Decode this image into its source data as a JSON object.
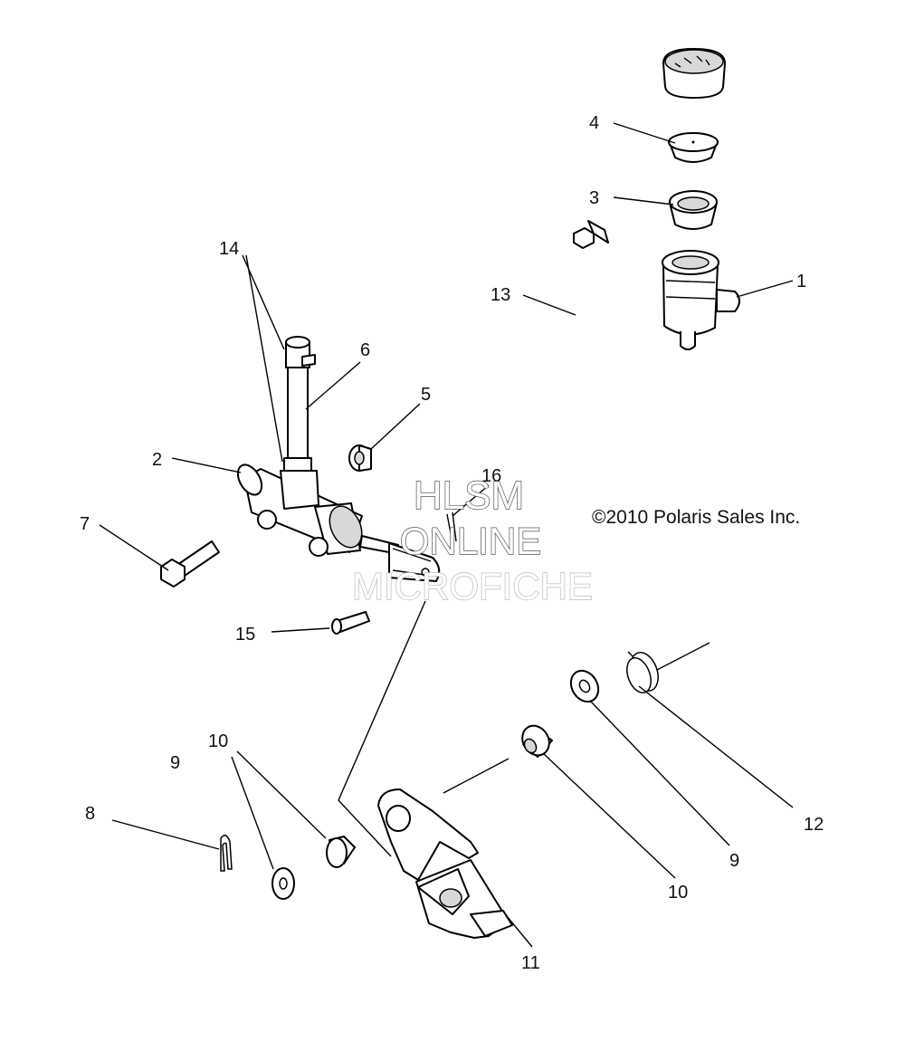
{
  "callouts": {
    "c1": "1",
    "c2": "2",
    "c3": "3",
    "c4": "4",
    "c5": "5",
    "c6": "6",
    "c7": "7",
    "c8": "8",
    "c9a": "9",
    "c9b": "9",
    "c10a": "10",
    "c10b": "10",
    "c11": "11",
    "c12": "12",
    "c13": "13",
    "c14": "14",
    "c15": "15",
    "c16": "16"
  },
  "copyright": "©2010 Polaris Sales Inc.",
  "watermark": {
    "line1": "HLSM",
    "line2": "ONLINE",
    "line3": "MICROFICHE"
  },
  "colors": {
    "ink": "#000000",
    "background": "#ffffff",
    "watermark_outline": "#555555",
    "watermark_faint": "#bdbdbd"
  }
}
